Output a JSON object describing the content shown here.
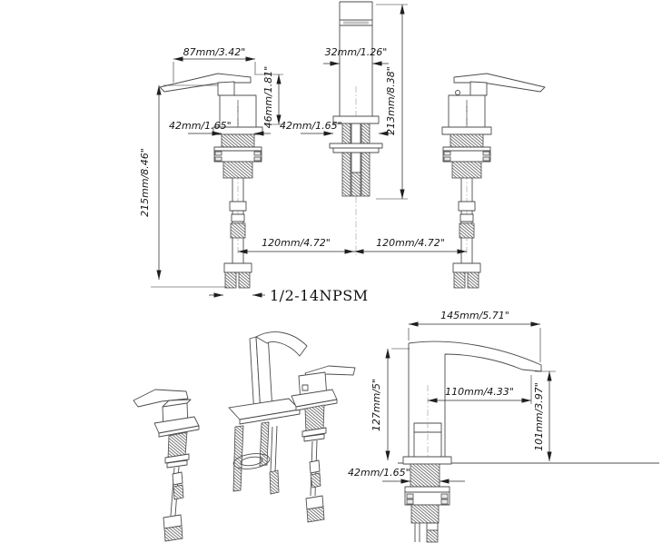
{
  "drawing": {
    "background_color": "#ffffff",
    "line_color": "#4c4c4c",
    "text_color": "#161616",
    "top_view": {
      "dim_handle_width": "87mm/3.42\"",
      "dim_spout_width": "32mm/1.26\"",
      "dim_handle_height": "46mm/1.81\"",
      "dim_spout_total_height": "213mm/8.38\"",
      "dim_shank_left": "42mm/1.65\"",
      "dim_shank_middle": "42mm/1.65\"",
      "dim_total_height": "215mm/8.46\"",
      "dim_spacing_left": "120mm/4.72\"",
      "dim_spacing_right": "120mm/4.72\"",
      "thread_spec": "1/2-14NPSM"
    },
    "side_view": {
      "dim_spout_reach_total": "145mm/5.71\"",
      "dim_spout_reach_outlet": "110mm/4.33\"",
      "dim_body_height": "127mm/5\"",
      "dim_outlet_height": "101mm/3.97\"",
      "dim_shank": "42mm/1.65\""
    }
  }
}
